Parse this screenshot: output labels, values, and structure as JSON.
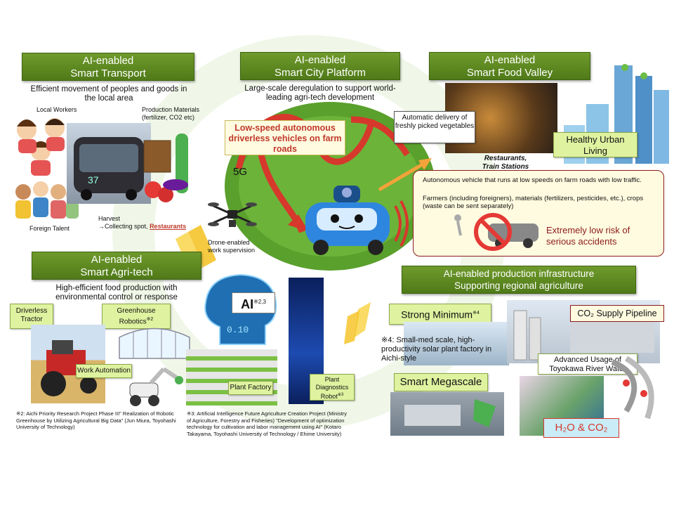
{
  "transport": {
    "title_line1": "AI-enabled",
    "title_line2": "Smart Transport",
    "desc": "Efficient movement of peoples and goods in the local area",
    "local_workers": "Local Workers",
    "production_materials": "Production Materials (fertilizer, CO2 etc)",
    "foreign_talent": "Foreign Talent",
    "harvest": "Harvest",
    "collecting": "→Collecting spot,",
    "restaurants": "Restaurants",
    "drone_label": "Drone-enabled work supervision"
  },
  "city": {
    "title_line1": "AI-enabled",
    "title_line2": "Smart City Platform",
    "desc": "Large-scale deregulation to support world-leading agri-tech development",
    "low_speed": "Low-speed autonomous driverless vehicles on farm roads",
    "five_g": "5G",
    "vehicle_desc1": "Autonomous vehicle that runs at low speeds on farm roads with low traffic.",
    "vehicle_desc2": "Farmers (including foreigners), materials (fertilizers, pesticides, etc.), crops (waste can be sent separately)",
    "risk": "Extremely low risk of serious accidents"
  },
  "food": {
    "title_line1": "AI-enabled",
    "title_line2": "Smart Food Valley",
    "delivery": "Automatic delivery of freshly picked vegetables",
    "restaurants": "Restaurants,",
    "stations": "Train Stations",
    "healthy": "Healthy Urban Living"
  },
  "agri": {
    "title_line1": "AI-enabled",
    "title_line2": "Smart Agri-tech",
    "desc": "High-efficient food production with environmental control or response",
    "driverless": "Driverless Tractor",
    "greenhouse": "Greenhouse Robotics",
    "greenhouse_sup": "※2",
    "work_auto": "Work Automation",
    "plant_factory": "Plant Factory",
    "diagnostics": "Plant Diagnostics Robot",
    "diagnostics_sup": "※3",
    "ai": "AI",
    "ai_sup": "※2,3"
  },
  "infra": {
    "title_line1": "AI-enabled production infrastructure",
    "title_line2": "Supporting regional agriculture",
    "strong_min": "Strong Minimum",
    "strong_sup": "※4",
    "note4": "※4: Small-med scale, high-productivity solar plant factory in Aichi-style",
    "megascale": "Smart Megascale",
    "co2_pipe": "CO₂ Supply Pipeline",
    "river": "Advanced Usage of Toyokawa River Water",
    "h2o": "H₂O & CO₂"
  },
  "footnotes": {
    "n2": "※2: Aichi Priority Research Project Phase III\" Realization of Robotic Greenhouse by Utilizing Agricultural Big Data\" (Jun Miura, Toyohashi University of Technology)",
    "n3": "※3: Artificial Intelligence Future Agriculture Creation Project (Ministry of Agriculture, Forestry and Fisheries) \"Development of optimization technology for cultivation and labor management using AI\" (Kotaro Takayama, Toyohashi University of Technology / Ehime University)"
  },
  "colors": {
    "green_title": "#5a8620",
    "lime_label": "#dff2a0",
    "orange_text": "#c0392b",
    "pale_yellow": "#fffbe0",
    "dark_red_border": "#8b1a1a"
  }
}
